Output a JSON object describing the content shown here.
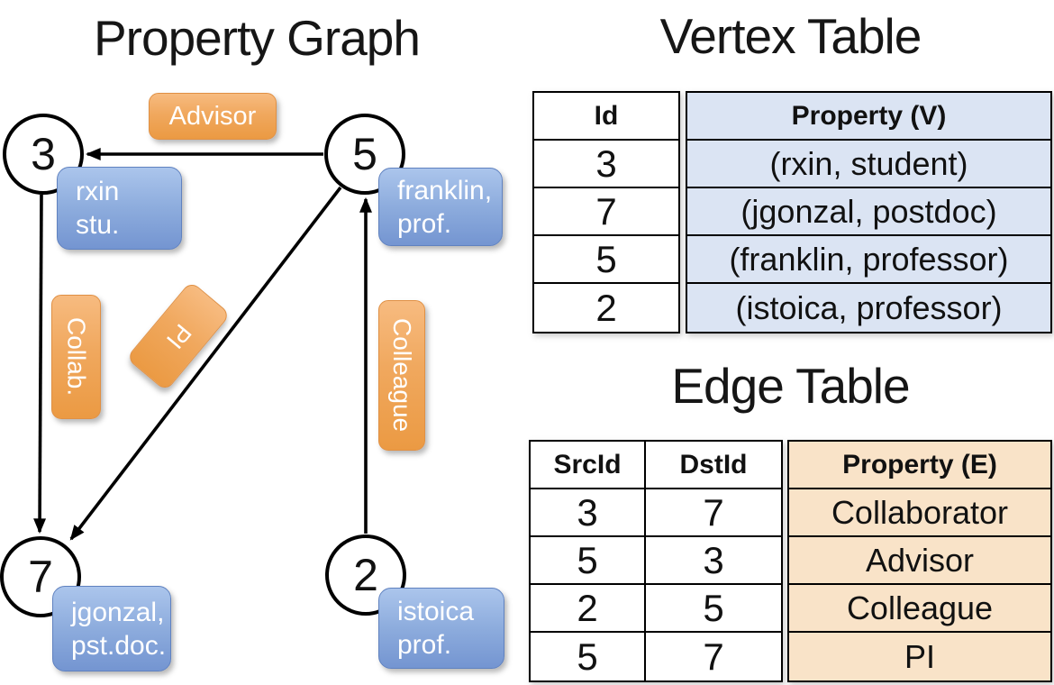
{
  "graph": {
    "title": "Property Graph",
    "nodes": [
      {
        "id": "3",
        "line1": "rxin",
        "line2": "stu."
      },
      {
        "id": "5",
        "line1": "franklin,",
        "line2": "prof."
      },
      {
        "id": "7",
        "line1": "jgonzal,",
        "line2": "pst.doc."
      },
      {
        "id": "2",
        "line1": "istoica",
        "line2": "prof."
      }
    ],
    "edge_labels": {
      "advisor": "Advisor",
      "collab": "Collab.",
      "pi": "PI",
      "colleague": "Colleague"
    },
    "edges": [
      {
        "from": "5",
        "to": "3",
        "label": "Advisor"
      },
      {
        "from": "3",
        "to": "7",
        "label": "Collab."
      },
      {
        "from": "5",
        "to": "7",
        "label": "PI"
      },
      {
        "from": "2",
        "to": "5",
        "label": "Colleague"
      }
    ]
  },
  "vertex_table": {
    "title": "Vertex Table",
    "headers": {
      "id": "Id",
      "property": "Property (V)"
    },
    "rows": [
      {
        "id": "3",
        "property": "(rxin, student)"
      },
      {
        "id": "7",
        "property": "(jgonzal, postdoc)"
      },
      {
        "id": "5",
        "property": "(franklin, professor)"
      },
      {
        "id": "2",
        "property": "(istoica, professor)"
      }
    ]
  },
  "edge_table": {
    "title": "Edge Table",
    "headers": {
      "src": "SrcId",
      "dst": "DstId",
      "property": "Property (E)"
    },
    "rows": [
      {
        "src": "3",
        "dst": "7",
        "property": "Collaborator"
      },
      {
        "src": "5",
        "dst": "3",
        "property": "Advisor"
      },
      {
        "src": "2",
        "dst": "5",
        "property": "Colleague"
      },
      {
        "src": "5",
        "dst": "7",
        "property": "PI"
      }
    ]
  },
  "colors": {
    "orange_accent": "#EB9A43",
    "blue_accent": "#7495D1",
    "vertex_property_fill": "#DBE4F3",
    "edge_property_fill": "#F9E3C8"
  }
}
